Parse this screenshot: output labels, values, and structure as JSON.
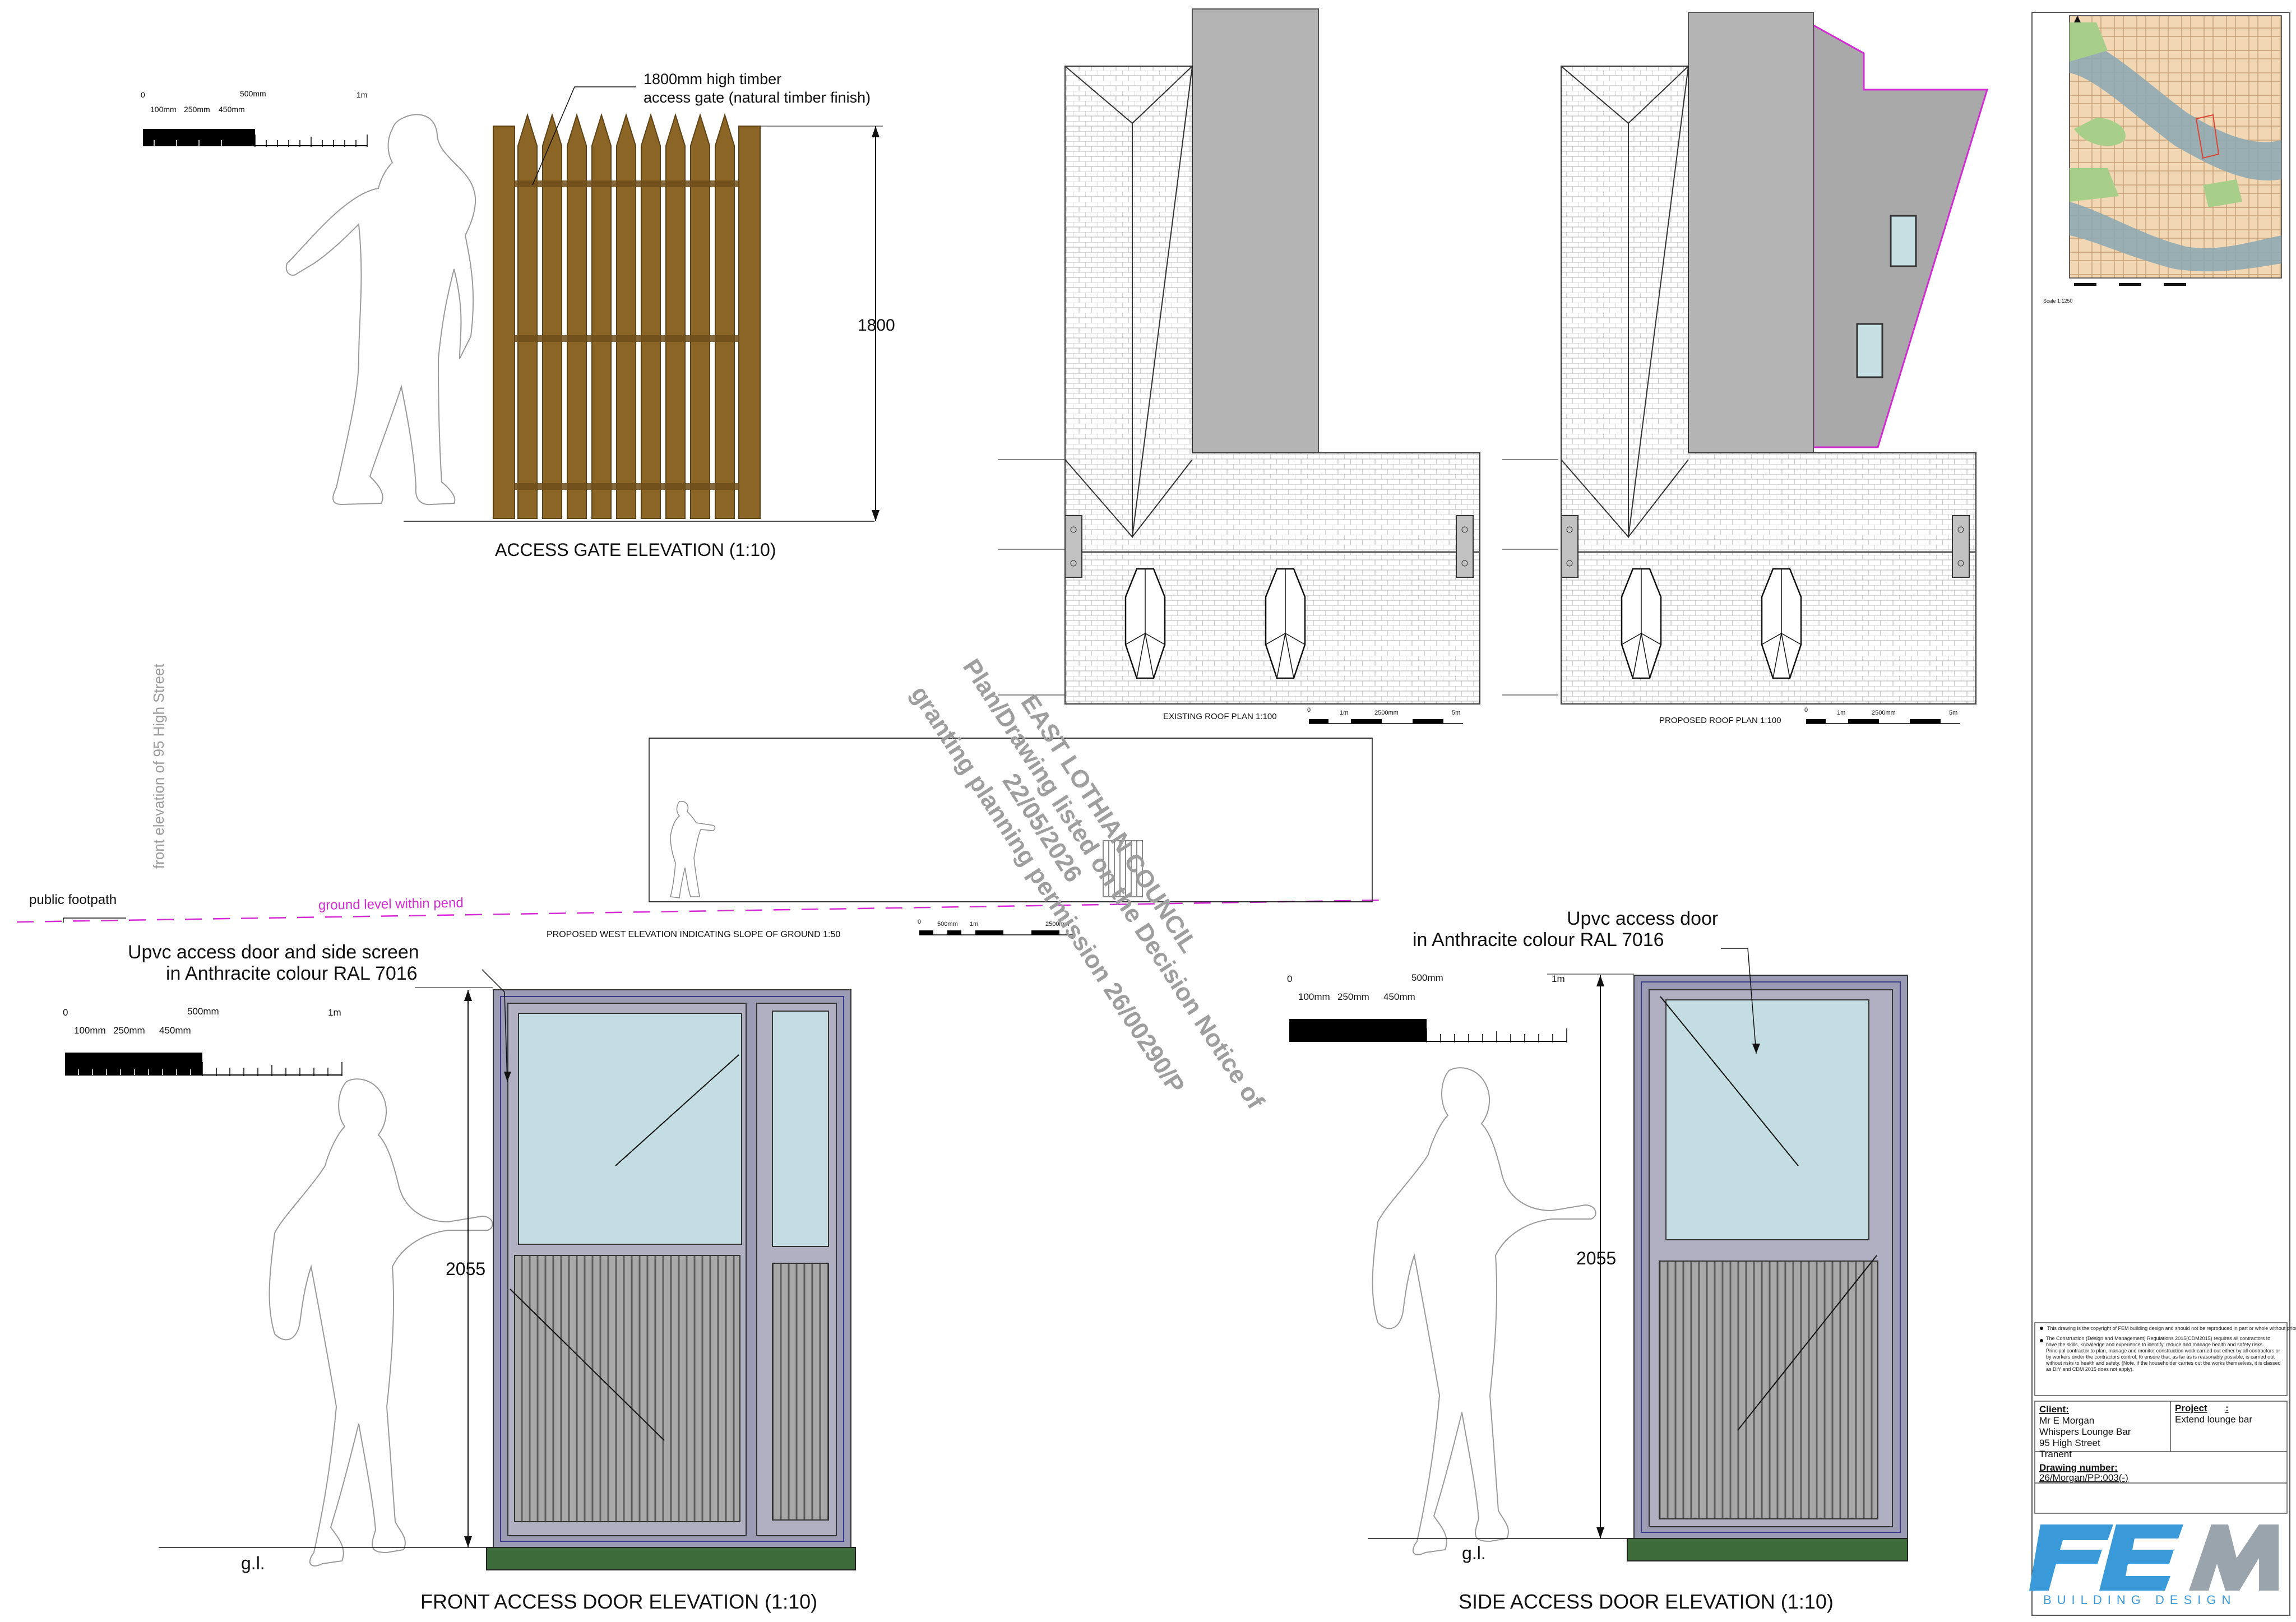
{
  "gate": {
    "note_line1": "1800mm high timber",
    "note_line2": "access gate (natural timber finish)",
    "dimension": "1800",
    "caption": "ACCESS GATE ELEVATION (1:10)",
    "colors": {
      "timber": "#8b6526",
      "timber_dark": "#5e4215"
    }
  },
  "scale_bar_1_10": {
    "t0": "0",
    "t1": "100mm",
    "t2": "250mm",
    "t3": "450mm",
    "t4": "500mm",
    "t5": "1m"
  },
  "scale_bar_1_100": {
    "t0": "0",
    "t1": "1m",
    "t2": "2500mm",
    "t3": "5m"
  },
  "scale_bar_1_50": {
    "t0": "0",
    "t1": "500mm",
    "t2": "1m",
    "t3": "2500mm"
  },
  "roof": {
    "existing_caption": "EXISTING ROOF PLAN 1:100",
    "proposed_caption": "PROPOSED ROOF PLAN 1:100",
    "colors": {
      "tile_outline": "#9a9a9a",
      "chimney": "#b4b4b4",
      "extension": "#a9a9a9",
      "extension_edge": "#d42ad4",
      "rooflight": "#c6dfe3"
    }
  },
  "west_elevation": {
    "caption": "PROPOSED WEST ELEVATION INDICATING SLOPE OF GROUND 1:50",
    "public_footpath": "public footpath",
    "ground_level": "ground level within pend",
    "front_elevation_label": "front elevation of 95 High Street"
  },
  "stamp": {
    "line1": "EAST LOTHIAN COUNCIL",
    "line2": "Plan/Drawing listed on the Decision Notice of",
    "line3": "22/05/2026",
    "line4": "granting planning permission 26/00290/P"
  },
  "front_door": {
    "note_line1": "Upvc access door and side screen",
    "note_line2": "in Anthracite colour RAL 7016",
    "dimension": "2055",
    "ground": "g.l.",
    "caption": "FRONT ACCESS DOOR ELEVATION (1:10)",
    "colors": {
      "frame": "#9b9bb4",
      "glass": "#c3dde2",
      "panel": "#8f8f8f",
      "base": "#3d6b3a"
    }
  },
  "side_door": {
    "note_line1": "Upvc access door",
    "note_line2": "in Anthracite colour RAL 7016",
    "dimension": "2055",
    "ground": "g.l.",
    "caption": "SIDE ACCESS DOOR ELEVATION (1:10)"
  },
  "location_map": {
    "scale": "Scale 1:1250"
  },
  "title_block": {
    "notes": [
      "This drawing is the copyright of FEM building design and should not be reproduced in part or whole without prior permission.",
      "The Construction (Design and Management) Regulations 2015(CDM2015) requires all contractors to have the skills, knowledge and experience to identify, reduce and manage health and safety risks. Principal contractor to plan, manage and monitor construction work carried out either by all contractors or by workers under the contractors control, to ensure that, as far as is reasonably possible, is carried out without risks to health and safety. (Note, if the householder carries out the works themselves, it is classed as DIY and CDM 2015 does not apply)."
    ],
    "client_label": "Client:",
    "client_name": "Mr E Morgan",
    "client_line2": "Whispers Lounge Bar",
    "client_line3": "95 High Street",
    "client_line4": "Tranent",
    "project_label": "Project",
    "project_colon": ":",
    "project_value": "Extend lounge bar",
    "drawing_label": "Drawing number:",
    "drawing_value": "26/Morgan/PP:003(-)",
    "logo_text": "FEM",
    "logo_sub": "BUILDING  DESIGN",
    "colors": {
      "logo_blue": "#3a9ad9",
      "logo_grey": "#9aa4ad"
    }
  }
}
